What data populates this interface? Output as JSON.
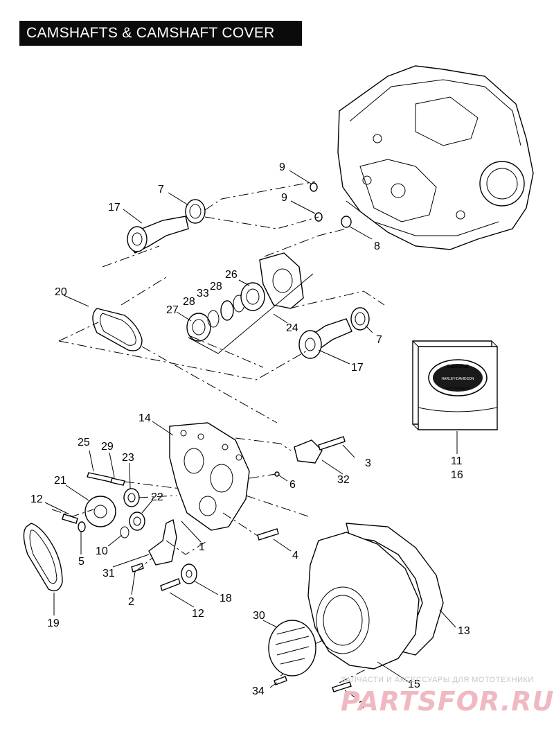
{
  "title": "CAMSHAFTS & CAMSHAFT COVER",
  "callouts": [
    {
      "id": "c-9a",
      "label": "9"
    },
    {
      "id": "c-9b",
      "label": "9"
    },
    {
      "id": "c-7a",
      "label": "7"
    },
    {
      "id": "c-17a",
      "label": "17"
    },
    {
      "id": "c-8",
      "label": "8"
    },
    {
      "id": "c-20",
      "label": "20"
    },
    {
      "id": "c-26",
      "label": "26"
    },
    {
      "id": "c-28a",
      "label": "28"
    },
    {
      "id": "c-33",
      "label": "33"
    },
    {
      "id": "c-28b",
      "label": "28"
    },
    {
      "id": "c-27",
      "label": "27"
    },
    {
      "id": "c-24",
      "label": "24"
    },
    {
      "id": "c-7b",
      "label": "7"
    },
    {
      "id": "c-17b",
      "label": "17"
    },
    {
      "id": "c-14",
      "label": "14"
    },
    {
      "id": "c-25",
      "label": "25"
    },
    {
      "id": "c-29",
      "label": "29"
    },
    {
      "id": "c-23",
      "label": "23"
    },
    {
      "id": "c-3a",
      "label": "3"
    },
    {
      "id": "c-32",
      "label": "32"
    },
    {
      "id": "c-11",
      "label": "11"
    },
    {
      "id": "c-16",
      "label": "16"
    },
    {
      "id": "c-21",
      "label": "21"
    },
    {
      "id": "c-22",
      "label": "22"
    },
    {
      "id": "c-6",
      "label": "6"
    },
    {
      "id": "c-12a",
      "label": "12"
    },
    {
      "id": "c-10",
      "label": "10"
    },
    {
      "id": "c-5",
      "label": "5"
    },
    {
      "id": "c-1",
      "label": "1"
    },
    {
      "id": "c-4",
      "label": "4"
    },
    {
      "id": "c-31",
      "label": "31"
    },
    {
      "id": "c-2",
      "label": "2"
    },
    {
      "id": "c-18",
      "label": "18"
    },
    {
      "id": "c-12b",
      "label": "12"
    },
    {
      "id": "c-19",
      "label": "19"
    },
    {
      "id": "c-13",
      "label": "13"
    },
    {
      "id": "c-30",
      "label": "30"
    },
    {
      "id": "c-15",
      "label": "15"
    },
    {
      "id": "c-34",
      "label": "34"
    },
    {
      "id": "c-3b",
      "label": "3"
    }
  ],
  "kit_box": {
    "logo_lines": [
      "GENUINE",
      "HARLEY-DAVIDSON",
      "MOTOR PARTS"
    ]
  },
  "watermark": {
    "caption": "ЗАПЧАСТИ И АКСЕССУАРЫ ДЛЯ МОТОТЕХНИКИ",
    "logo": "PARTSFOR.RU"
  }
}
